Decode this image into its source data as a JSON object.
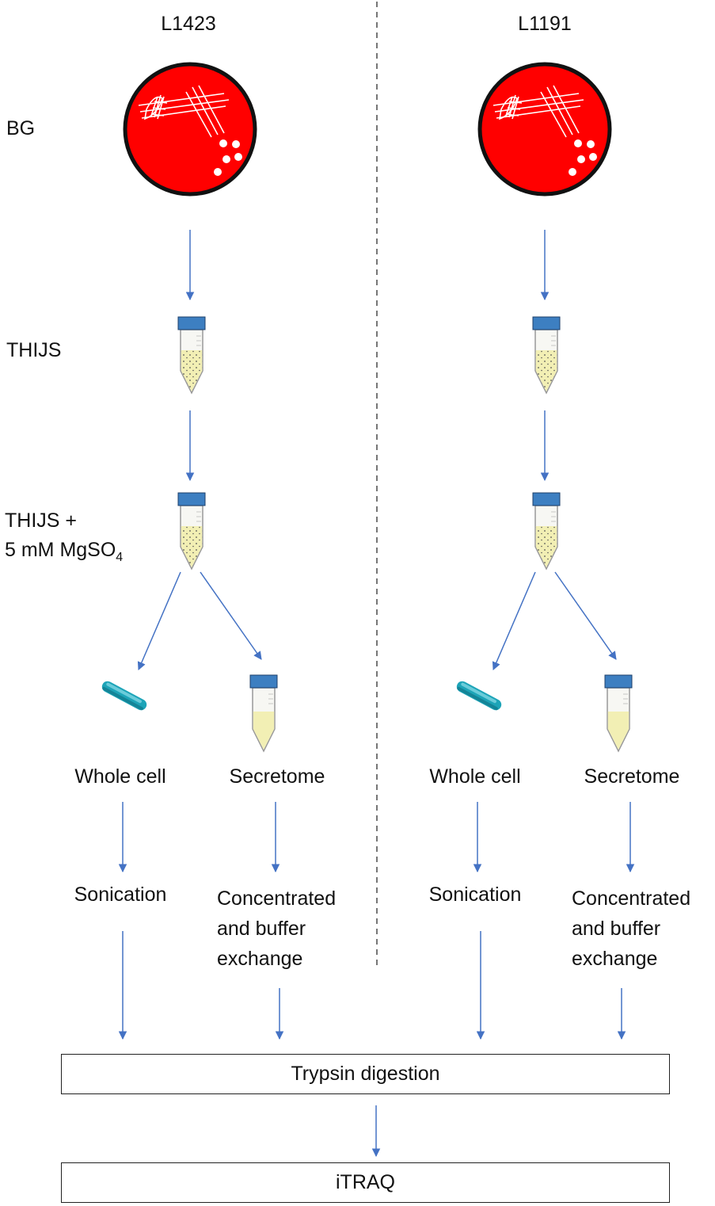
{
  "columns": [
    {
      "strain": "L1423",
      "branches": {
        "left": {
          "label": "Whole cell",
          "step": "Sonication"
        },
        "right": {
          "label": "Secretome",
          "step": [
            "Concentrated",
            "and buffer",
            "exchange"
          ]
        }
      }
    },
    {
      "strain": "L1191",
      "branches": {
        "left": {
          "label": "Whole cell",
          "step": "Sonication"
        },
        "right": {
          "label": "Secretome",
          "step": [
            "Concentrated",
            "and buffer",
            "exchange"
          ]
        }
      }
    }
  ],
  "media": {
    "plate": "BG",
    "culture": "THIJS",
    "supplemented_line1": "THIJS +",
    "supplemented_line2_prefix": "5 mM MgSO",
    "supplemented_line2_sub": "4"
  },
  "final_steps": {
    "digestion": "Trypsin digestion",
    "labeling": "iTRAQ"
  },
  "colors": {
    "plate": "#ff0000",
    "arrow": "#4472c4",
    "cap": "#3d7fc1",
    "medium": "#f2efb4",
    "cell": "#1da4b8",
    "divider": "#555555"
  }
}
